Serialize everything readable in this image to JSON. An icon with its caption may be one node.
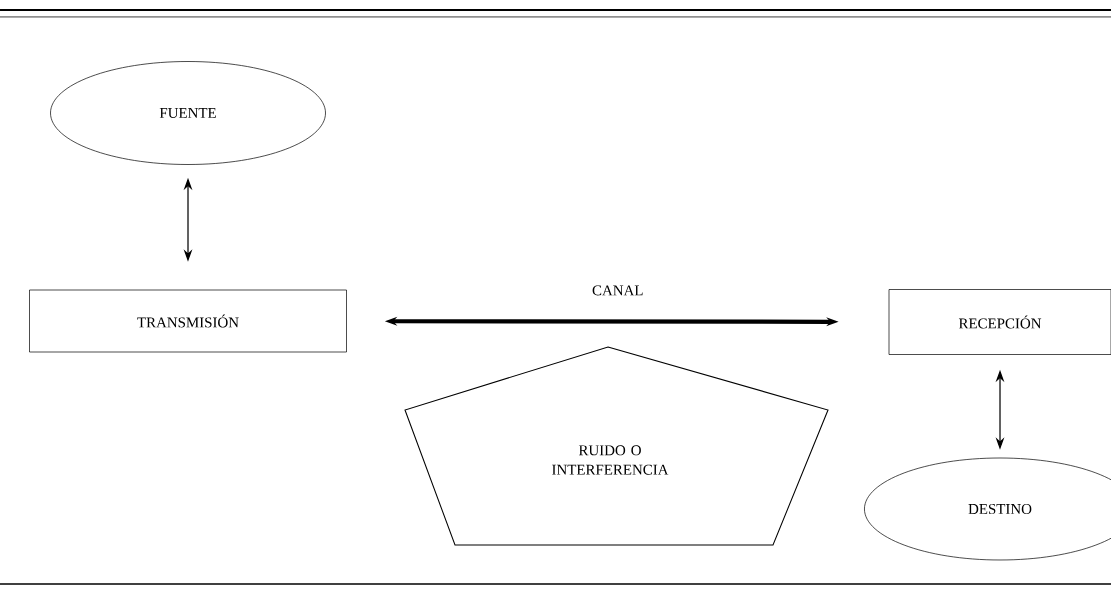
{
  "diagram": {
    "nodes": [
      {
        "text": [
          "FUENTE"
        ]
      },
      {
        "text": [
          "TRANSMISIÓN"
        ]
      },
      {
        "text": [
          "RECEPCIÓN"
        ]
      },
      {
        "text": [
          "RUIDO O INTERFERENCIA"
        ]
      },
      {
        "text": [
          "DESTINO"
        ]
      }
    ],
    "edges": [
      {
        "from": 0,
        "to": 1,
        "arrow": "both"
      },
      {
        "from": 1,
        "to": 2,
        "arrow": "both",
        "label": "CANAL",
        "style": "thick"
      },
      {
        "from": 2,
        "to": 4,
        "arrow": "both"
      }
    ]
  }
}
